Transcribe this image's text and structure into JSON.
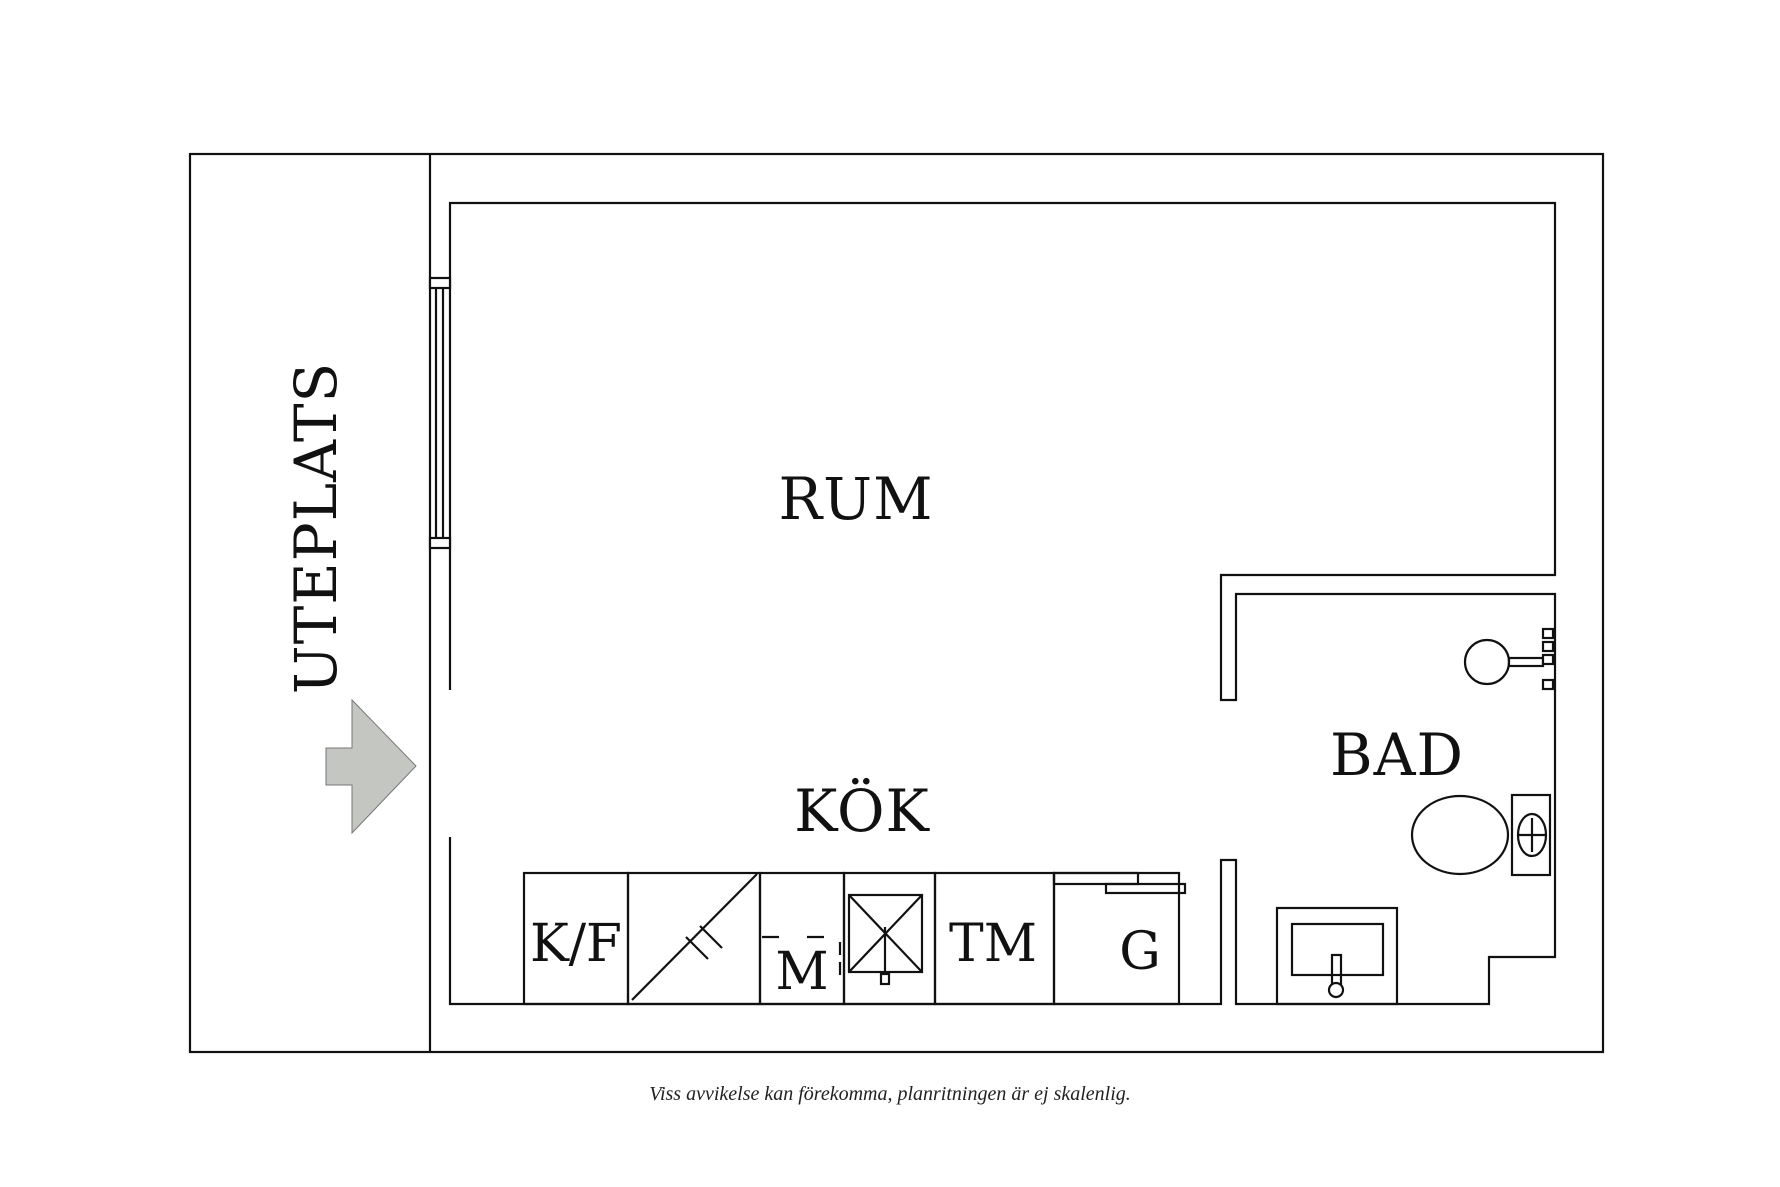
{
  "rooms": {
    "uteplats": "UTEPLATS",
    "rum": "RUM",
    "kok": "KÖK",
    "bad": "BAD"
  },
  "appliances": {
    "kf": "K/F",
    "microwave": "M",
    "tm": "TM",
    "g": "G"
  },
  "disclaimer": "Viss avvikelse kan förekomma, planritningen är ej skalenlig.",
  "colors": {
    "line": "#111111",
    "entrance_arrow": "#c4c6c2"
  },
  "icons": {
    "entrance": "entrance-arrow-icon",
    "stove": "stove-icon",
    "sink": "sink-icon",
    "toilet": "toilet-icon",
    "washbasin": "washbasin-icon"
  }
}
